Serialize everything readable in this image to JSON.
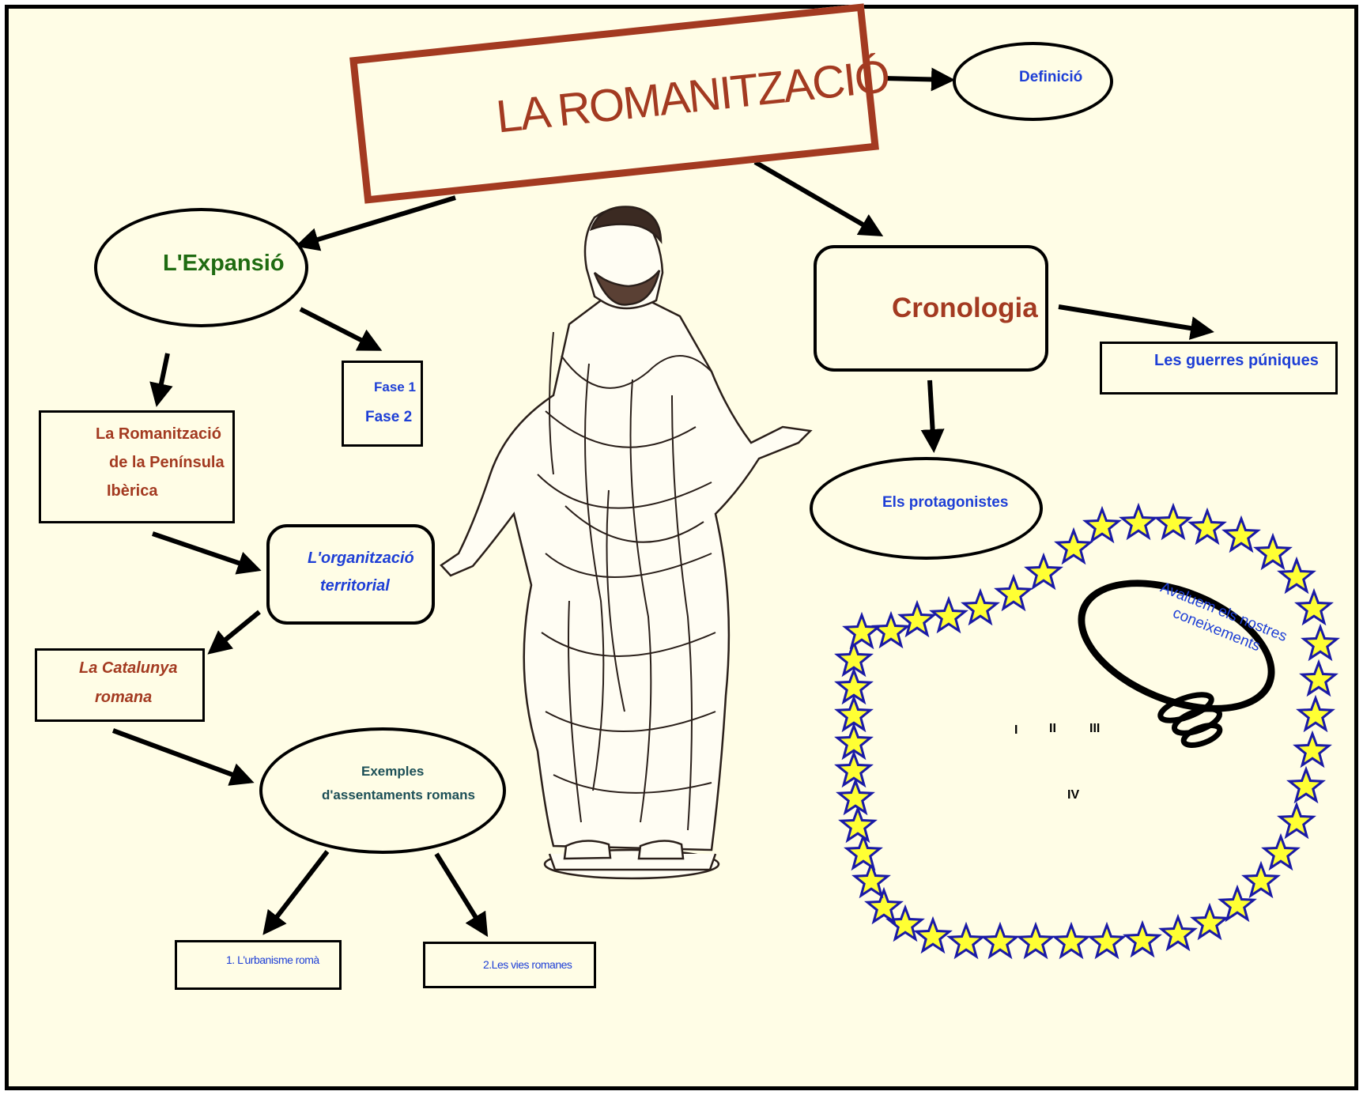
{
  "title": "LA ROMANITZACIÓ",
  "nodes": {
    "definicio": "Definició",
    "expansio": "L'Expansió",
    "fase1": "Fase 1",
    "fase2": "Fase 2",
    "romanitzacio_line1": "La Romanització",
    "romanitzacio_line2": "de la Península",
    "romanitzacio_line3": "Ibèrica",
    "organitzacio_line1": "L'organització",
    "organitzacio_line2": "territorial",
    "catalunya_line1": "La Catalunya",
    "catalunya_line2": "romana",
    "exemples_line1": "Exemples",
    "exemples_line2": "d'assentaments romans",
    "urbanisme": "1. L'urbanisme romà",
    "vies": "2.Les vies romanes",
    "cronologia": "Cronologia",
    "guerres": "Les guerres púniques",
    "protagonistes": "Els protagonistes"
  },
  "evaluation": {
    "bubble_text": "Avaluem els nostres coneixements",
    "levels": [
      "I",
      "II",
      "III",
      "IV"
    ]
  },
  "colors": {
    "brown": "#a33a21",
    "blue": "#1e3fd6",
    "green": "#1f6b11",
    "teal": "#1c4f57",
    "background": "#fffde6",
    "star_fill": "#ffff33",
    "star_stroke": "#1a1aa6"
  },
  "image": "roman-statue-toga-illustration"
}
